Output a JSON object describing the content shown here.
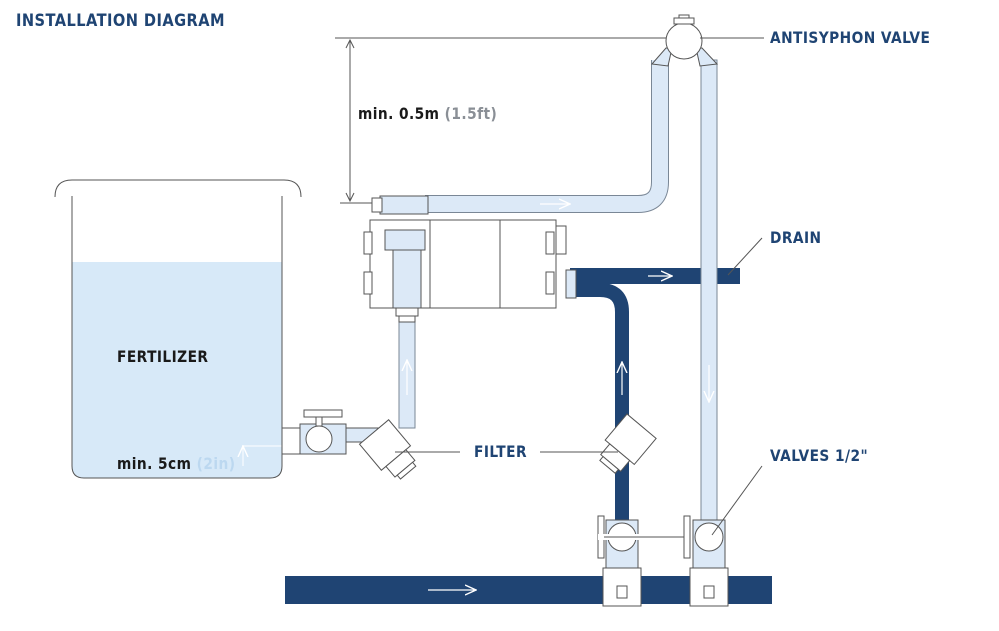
{
  "title": "INSTALLATION DIAGRAM",
  "labels": {
    "antisyphon_valve": "ANTISYPHON VALVE",
    "drain": "DRAIN",
    "filter": "FILTER",
    "valves": "VALVES  1/2\"",
    "fertilizer": "FERTILIZER",
    "height_value": "min. 0.5m",
    "height_alt": "(1.5ft)",
    "level_value": "min. 5cm",
    "level_alt": "(2in)"
  },
  "colors": {
    "dark_pipe": "#1f4473",
    "light_pipe": "#dce9f7",
    "fluid": "#d7e9f8",
    "outline": "#555555",
    "label_blue": "#1f4473"
  }
}
